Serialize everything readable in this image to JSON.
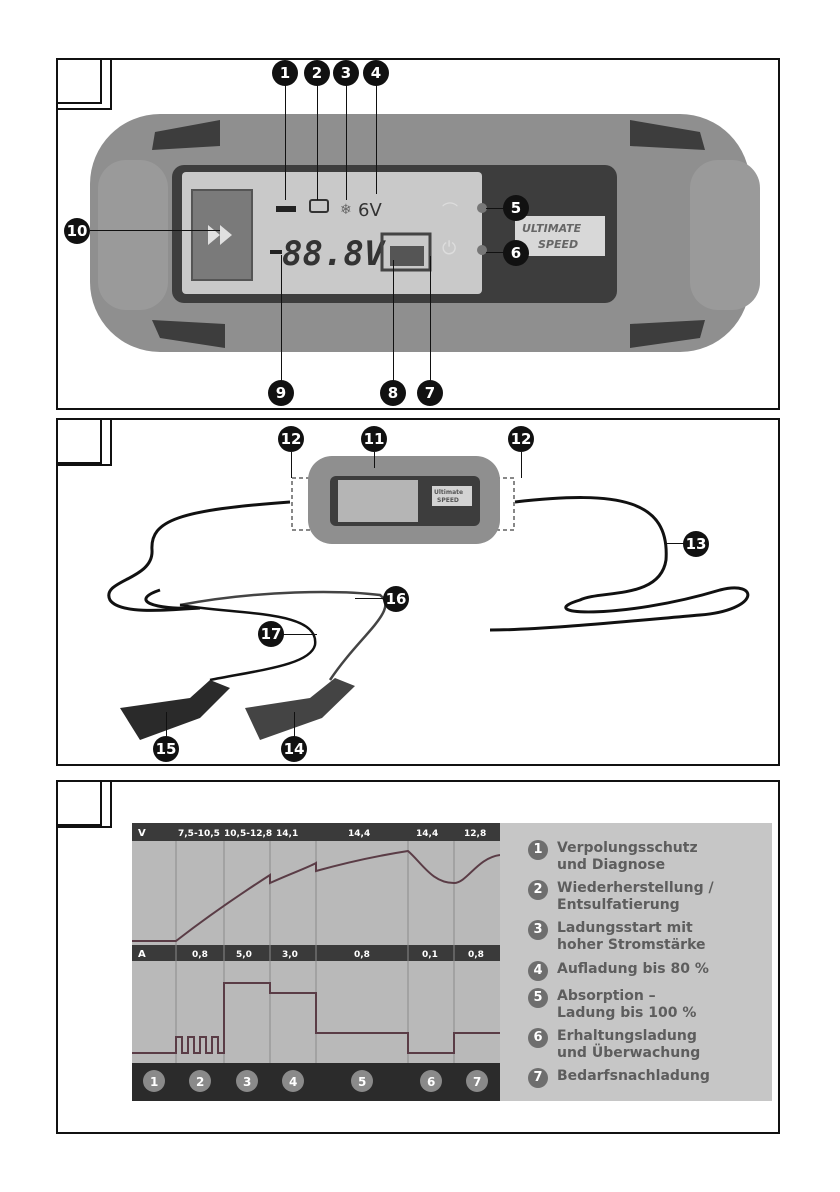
{
  "colors": {
    "charger_body": "#8f8f8f",
    "charger_dark": "#3d3d3d",
    "lcd_bg": "#c9c9c9",
    "chart_bg": "#b9b9b9",
    "legend_bg": "#c6c6c6",
    "chart_line": "#5a3c46",
    "legend_num": "#6e6e6e"
  },
  "figure1": {
    "callouts": [
      "1",
      "2",
      "3",
      "4",
      "5",
      "6",
      "7",
      "8",
      "9",
      "10"
    ],
    "display": {
      "battery_voltage": "6V",
      "reading": "88.8V",
      "brand_line1": "ULTIMATE",
      "brand_line2": "SPEED"
    }
  },
  "figure2": {
    "callouts": [
      "11",
      "12",
      "12",
      "13",
      "14",
      "15",
      "16",
      "17"
    ],
    "brand_line1": "Ultimate",
    "brand_line2": "SPEED"
  },
  "figure3": {
    "voltage_header": {
      "unit": "V",
      "values": [
        "7,5-10,5",
        "10,5-12,8",
        "14,1",
        "14,4",
        "14,4",
        "12,8"
      ]
    },
    "current_header": {
      "unit": "A",
      "values": [
        "0,8",
        "5,0",
        "3,0",
        "0,8",
        "0,1",
        "0,8"
      ]
    },
    "phase_numbers": [
      "1",
      "2",
      "3",
      "4",
      "5",
      "6",
      "7"
    ],
    "legend": [
      {
        "num": "1",
        "text": "Verpolungsschutz\nund Diagnose"
      },
      {
        "num": "2",
        "text": "Wiederherstellung /\nEntsulfatierung"
      },
      {
        "num": "3",
        "text": "Ladungsstart mit\nhoher Stromstärke"
      },
      {
        "num": "4",
        "text": "Aufladung bis 80 %"
      },
      {
        "num": "5",
        "text": "Absorption –\nLadung bis 100 %"
      },
      {
        "num": "6",
        "text": "Erhaltungsladung\nund Überwachung"
      },
      {
        "num": "7",
        "text": "Bedarfsnachladung"
      }
    ]
  }
}
